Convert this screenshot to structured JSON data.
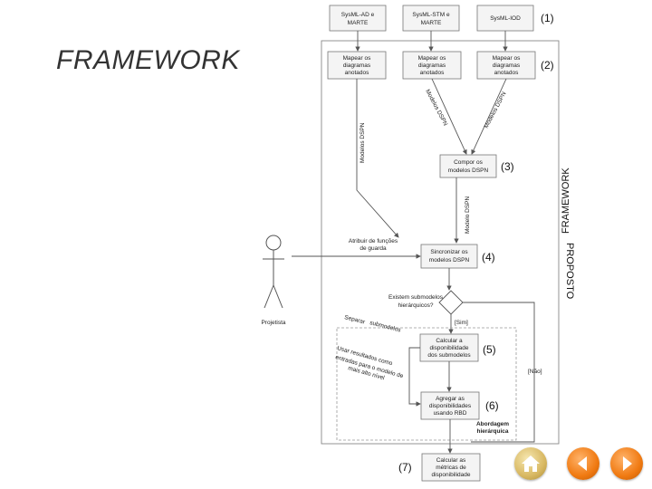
{
  "slide": {
    "title": "FRAMEWORK"
  },
  "top_boxes": [
    {
      "l1": "SysML-AD e",
      "l2": "MARTE"
    },
    {
      "l1": "SysML-STM e",
      "l2": "MARTE"
    },
    {
      "l1": "SysML-IOD",
      "l2": ""
    }
  ],
  "map_boxes": [
    {
      "l1": "Mapear os",
      "l2": "diagramas",
      "l3": "anotados"
    },
    {
      "l1": "Mapear os",
      "l2": "diagramas",
      "l3": "anotados"
    },
    {
      "l1": "Mapear os",
      "l2": "diagramas",
      "l3": "anotados"
    }
  ],
  "compose_box": {
    "l1": "Compor os",
    "l2": "modelos DSPN"
  },
  "attribute_box": {
    "l1": "Atribuir de funções",
    "l2": "de guarda"
  },
  "sync_box": {
    "l1": "Sincronizar os",
    "l2": "modelos DSPN"
  },
  "decision": {
    "l1": "Existem submodelos",
    "l2": "hierárquicos?"
  },
  "calc_box": {
    "l1": "Calcular a",
    "l2": "disponibilidade",
    "l3": "dos submodelos"
  },
  "aggregate_box": {
    "l1": "Agregar as",
    "l2": "disponibilidades",
    "l3": "usando RBD"
  },
  "final_box": {
    "l1": "Calcular as",
    "l2": "métricas de",
    "l3": "disponibilidade"
  },
  "step_labels": [
    "(1)",
    "(2)",
    "(3)",
    "(4)",
    "(5)",
    "(6)",
    "(7)"
  ],
  "edge_labels": {
    "yes": "[Sim]",
    "no": "[Não]",
    "separate_l1": "Separar",
    "separate_l2": "submodelos",
    "use_l1": "Usar resultados como",
    "use_l2": "entradas para o modelo de",
    "use_l3": "mais alto nível",
    "hier_l1": "Abordagem",
    "hier_l2": "hierárquica",
    "left_vertical": "Modelos DSPN",
    "middle_vertical": "Modelo DSPN",
    "diag_left": "Modelos DSPN",
    "diag_right": "Modelos DSPN"
  },
  "actor": {
    "label": "Projetista"
  },
  "side_labels": {
    "proposed": "PROPOSTO",
    "framework": "FRAMEWORK"
  },
  "nav": {
    "home": "home-icon",
    "back": "back-arrow-icon",
    "forward": "forward-arrow-icon"
  },
  "colors": {
    "nav_orange": "#f07a12",
    "home_gold": "#d8b862"
  }
}
